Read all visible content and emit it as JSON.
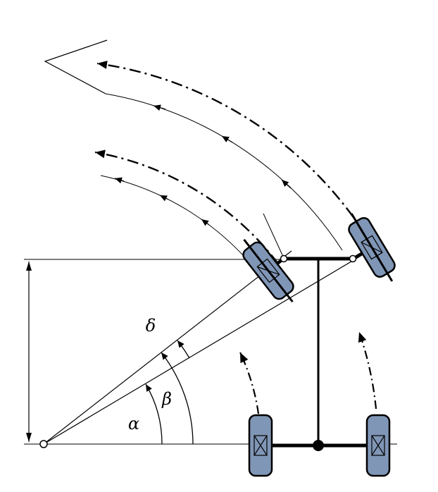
{
  "diagram": {
    "labels": {
      "alpha": "α",
      "beta": "β",
      "delta": "δ"
    },
    "colors": {
      "wheel_fill": "#8096b6",
      "line": "#000000",
      "background": "#ffffff"
    }
  }
}
